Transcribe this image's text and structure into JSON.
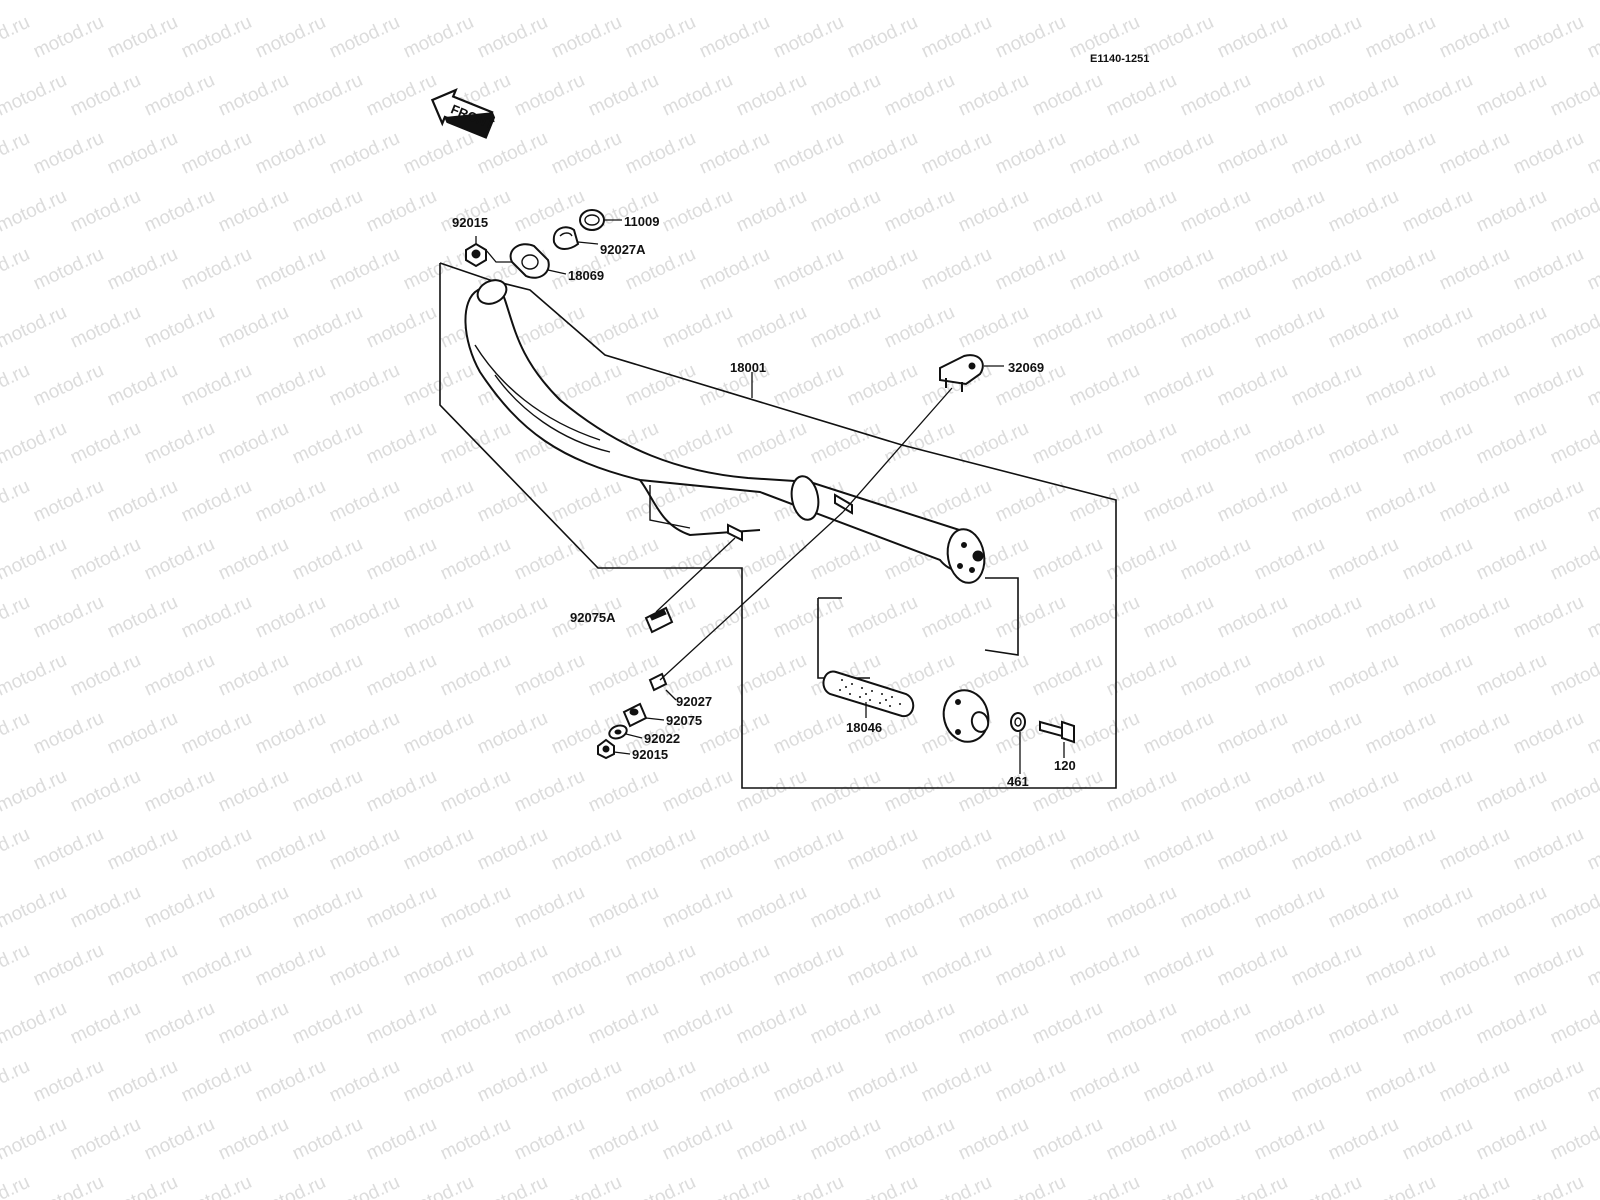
{
  "diagram_code": "E1140-1251",
  "front_label": "FRONT",
  "watermark": "motod.ru",
  "parts": {
    "p92015_top": "92015",
    "p11009": "11009",
    "p92027A": "92027A",
    "p18069": "18069",
    "p18001": "18001",
    "p32069": "32069",
    "p92075A": "92075A",
    "p92027": "92027",
    "p92075": "92075",
    "p92022": "92022",
    "p92015_bottom": "92015",
    "p18046": "18046",
    "p461": "461",
    "p120": "120"
  }
}
